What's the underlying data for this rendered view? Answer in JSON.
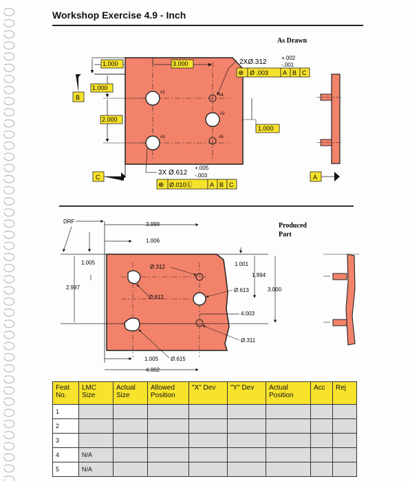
{
  "header": {
    "title": "Workshop Exercise 4.9 - Inch"
  },
  "as_drawn": {
    "label": "As Drawn",
    "dims": [
      "1.000",
      "3.000",
      "1.000",
      "2.000",
      "1.000"
    ],
    "datums": [
      "B",
      "C",
      "A"
    ],
    "hole_labels": [
      "#1",
      "#2",
      "#3",
      "#4",
      "#5"
    ],
    "callout_top": {
      "prefix": "2XØ.312",
      "plus": "+.002",
      "minus": "-.001",
      "symbol": "⊕",
      "tolerance": "Ø .003",
      "refs": [
        "A",
        "B",
        "C"
      ]
    },
    "callout_bottom": {
      "prefix": "3X Ø.612",
      "plus": "+.005",
      "minus": "-.003",
      "symbol": "⊕",
      "tolerance": "Ø.010Ⓛ",
      "refs": [
        "A",
        "B",
        "C"
      ]
    }
  },
  "produced": {
    "label_line1": "Produced",
    "label_line2": "Part",
    "drf": "DRF",
    "dims": {
      "x_3999": "3.999",
      "x_1006": "1.006",
      "y_1005": "1.005",
      "y_2997": "2.997",
      "y_1001": "1.001",
      "y_1994": "1.994",
      "y_3000": "3.000",
      "x_4003": "4.003",
      "x_1005": "1.005",
      "x_4002": "4.002"
    },
    "sizes": {
      "s_0312": "Ø.312",
      "s_0612": "Ø.612",
      "s_0613": "Ø.613",
      "s_0311": "Ø.311",
      "s_0615": "Ø.615"
    }
  },
  "table": {
    "headers": [
      "Feat No.",
      "LMC Size",
      "Actual Size",
      "Allowed Position",
      "\"X\" Dev",
      "\"Y\" Dev",
      "Actual Position",
      "Acc",
      "Rej"
    ],
    "rows": [
      [
        "1",
        "",
        "",
        "",
        "",
        "",
        "",
        "",
        ""
      ],
      [
        "2",
        "",
        "",
        "",
        "",
        "",
        "",
        "",
        ""
      ],
      [
        "3",
        "",
        "",
        "",
        "",
        "",
        "",
        "",
        ""
      ],
      [
        "4",
        "N/A",
        "",
        "",
        "",
        "",
        "",
        "",
        ""
      ],
      [
        "5",
        "N/A",
        "",
        "",
        "",
        "",
        "",
        "",
        ""
      ]
    ]
  }
}
